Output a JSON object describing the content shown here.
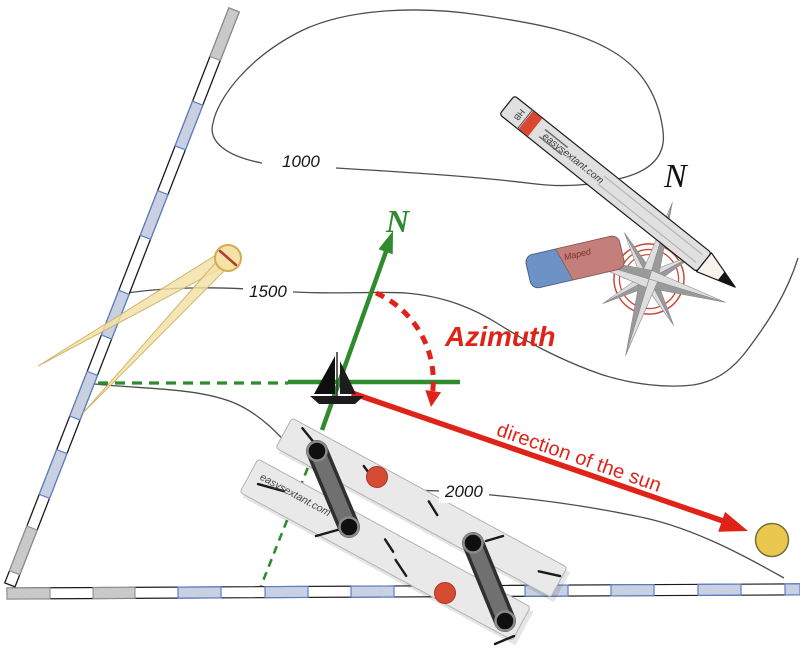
{
  "diagram": {
    "title_labels": {
      "azimuth": "Azimuth",
      "sun_direction": "direction of the sun",
      "north_chart": "N",
      "north_compass_rose": "N"
    },
    "contour_labels": {
      "c1000": "1000",
      "c1500": "1500",
      "c2000": "2000"
    },
    "tools": {
      "pencil": {
        "grade_label": "HB",
        "side_text": "easysextant.com"
      },
      "eraser": {
        "brand": "Maped"
      },
      "parallel_ruler": {
        "side_text": "easysextant.com"
      }
    },
    "colors": {
      "green": "#2e8b2e",
      "red": "#e02318",
      "contour": "#4d4d4d",
      "scale_blue": "#5b7ec7",
      "sun_fill": "#eac74e",
      "knob_red": "#d84b33"
    }
  }
}
